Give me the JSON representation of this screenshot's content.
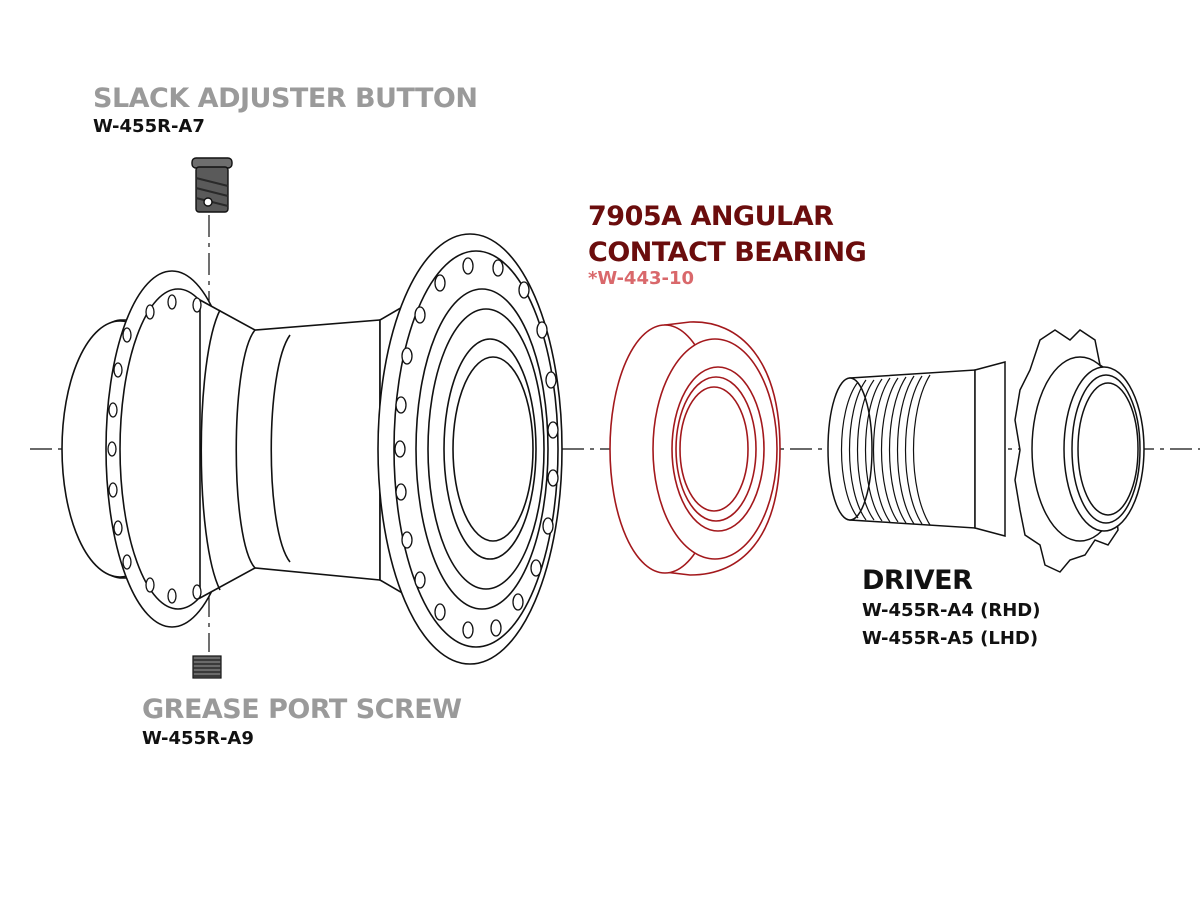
{
  "colors": {
    "gray": "#9a9a9a",
    "black": "#111111",
    "maroon": "#6b0d0d",
    "pink": "#d9686b",
    "bearing_stroke": "#a3181c",
    "line": "#111111"
  },
  "labels": {
    "slack_adjuster": {
      "name": "SLACK ADJUSTER BUTTON",
      "part": "W-455R-A7"
    },
    "bearing": {
      "name_line1": "7905A ANGULAR",
      "name_line2": "CONTACT BEARING",
      "part": "*W-443-10"
    },
    "driver": {
      "name": "DRIVER",
      "part_rhd": "W-455R-A4 (RHD)",
      "part_lhd": "W-455R-A5 (LHD)"
    },
    "grease_port": {
      "name": "GREASE PORT SCREW",
      "part": "W-455R-A9"
    }
  },
  "components": [
    "slack-adjuster-button",
    "hub-shell",
    "angular-contact-bearing",
    "driver",
    "grease-port-screw"
  ]
}
